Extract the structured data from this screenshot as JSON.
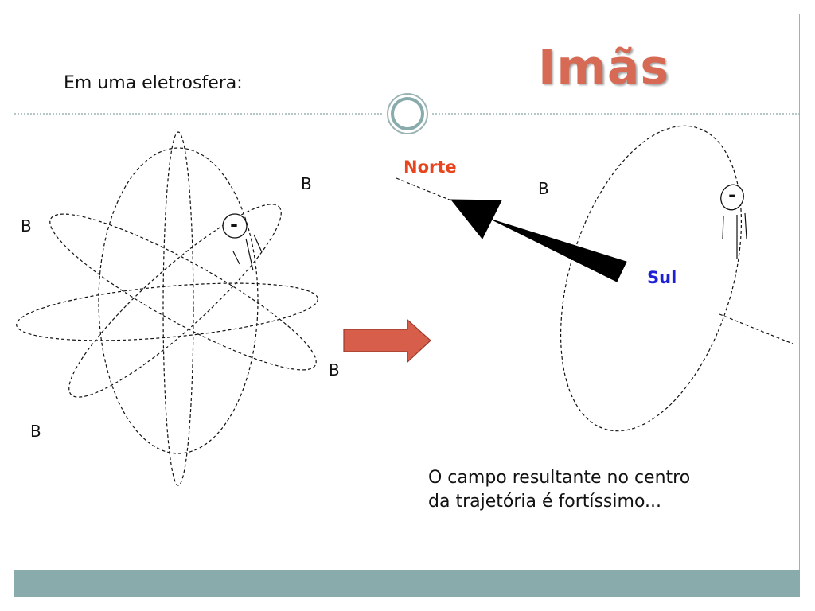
{
  "slide": {
    "title": "Imãs",
    "subtitle": "Em uma eletrosfera:",
    "caption_lines": [
      "O campo resultante no centro",
      "da trajetória é fortíssimo..."
    ]
  },
  "left_diagram": {
    "labels": {
      "b_top_right": "B",
      "b_left": "B",
      "b_right": "B",
      "b_bottom_left": "B"
    },
    "electron_sign": "-"
  },
  "right_diagram": {
    "north_label": "Norte",
    "south_label": "Sul",
    "b_label": "B",
    "electron_sign": "-"
  },
  "colors": {
    "title": "#d66a55",
    "north": "#e8451f",
    "south": "#1f1fd6",
    "arrow": "#d65e4a",
    "accent_bar": "#8aabab"
  }
}
